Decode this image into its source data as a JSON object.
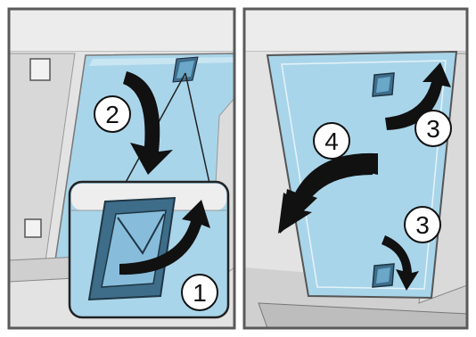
{
  "panels": [
    {
      "step_labels": [
        "2",
        "1"
      ]
    },
    {
      "step_labels": [
        "3",
        "4",
        "3"
      ]
    }
  ],
  "colors": {
    "frame": "#5a5a5a",
    "sky": "#a8d4e8",
    "sky_dark": "#8fc3dc",
    "appliance": "#e8e8e8",
    "arrow": "#111111",
    "bracket": "#3c5a6e"
  },
  "icons": [
    "curved-arrow-icon",
    "release-lever-icon",
    "magnifier-callout"
  ]
}
